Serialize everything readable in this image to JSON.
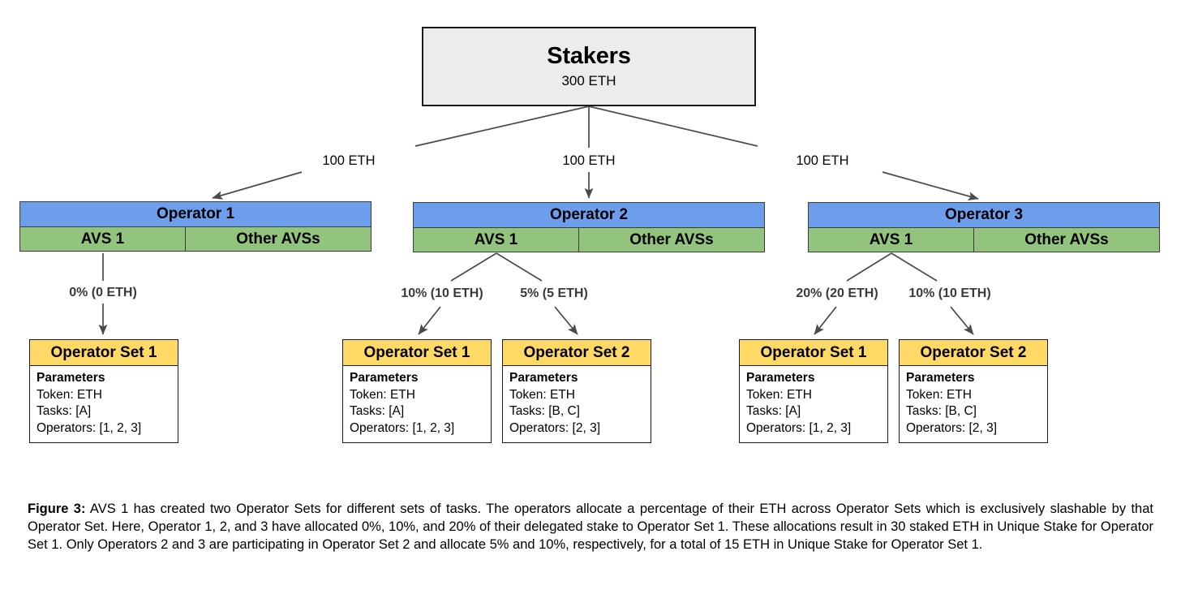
{
  "figure": {
    "stakers": {
      "title": "Stakers",
      "amount": "300 ETH"
    },
    "delegation_labels": [
      "100 ETH",
      "100 ETH",
      "100 ETH"
    ],
    "operators": [
      {
        "name": "Operator 1",
        "avs_label": "AVS 1",
        "other_label": "Other AVSs",
        "allocations": [
          "0% (0 ETH)"
        ]
      },
      {
        "name": "Operator 2",
        "avs_label": "AVS 1",
        "other_label": "Other AVSs",
        "allocations": [
          "10% (10 ETH)",
          "5% (5 ETH)"
        ]
      },
      {
        "name": "Operator 3",
        "avs_label": "AVS 1",
        "other_label": "Other AVSs",
        "allocations": [
          "20% (20 ETH)",
          "10% (10 ETH)"
        ]
      }
    ],
    "operator_sets": [
      {
        "title": "Operator Set 1",
        "params_heading": "Parameters",
        "token": "Token: ETH",
        "tasks": "Tasks: [A]",
        "operators": "Operators: [1, 2, 3]"
      },
      {
        "title": "Operator Set 1",
        "params_heading": "Parameters",
        "token": "Token: ETH",
        "tasks": "Tasks: [A]",
        "operators": "Operators: [1, 2, 3]"
      },
      {
        "title": "Operator Set 2",
        "params_heading": "Parameters",
        "token": "Token: ETH",
        "tasks": "Tasks: [B, C]",
        "operators": "Operators: [2, 3]"
      },
      {
        "title": "Operator Set 1",
        "params_heading": "Parameters",
        "token": "Token: ETH",
        "tasks": "Tasks: [A]",
        "operators": "Operators: [1, 2, 3]"
      },
      {
        "title": "Operator Set 2",
        "params_heading": "Parameters",
        "token": "Token: ETH",
        "tasks": "Tasks: [B, C]",
        "operators": "Operators: [2, 3]"
      }
    ],
    "colors": {
      "stakers_fill": "#ececec",
      "operator_fill": "#6d9eeb",
      "avs_fill": "#93c47d",
      "opset_header_fill": "#ffd966",
      "stroke": "#1a1a1a",
      "arrow": "#4a4a4a"
    },
    "caption": {
      "label": "Figure 3:",
      "text": " AVS 1 has created two Operator Sets for different sets of tasks. The operators allocate a percentage of their ETH across Operator Sets which is exclusively slashable by that Operator Set. Here, Operator 1, 2, and 3 have allocated 0%, 10%, and 20% of their delegated stake to Operator Set 1. These allocations result in 30 staked ETH in Unique Stake for Operator Set 1. Only Operators 2 and 3 are participating in Operator Set 2 and allocate 5% and 10%, respectively, for a total of 15 ETH in Unique Stake for Operator Set 1."
    }
  }
}
